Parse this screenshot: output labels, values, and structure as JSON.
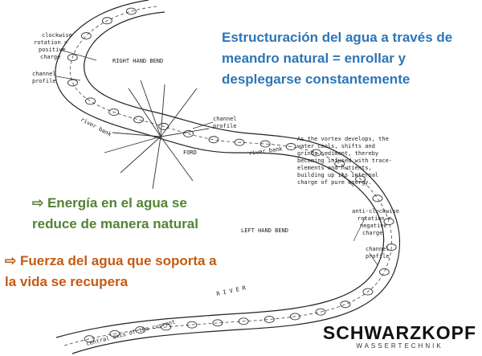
{
  "heading": "Estructuración del agua a través de meandro natural = enrollar y desplegarse constantemente",
  "callouts": {
    "energy": "⇨ Energía en el agua se reduce de manera natural",
    "force": "⇨ Fuerza del agua que soporta a la vida se recupera"
  },
  "labels": {
    "clockwise_line1": "clockwise",
    "clockwise_line2": "rotation =",
    "clockwise_line3": "positive",
    "clockwise_line4": "charge",
    "right_hand_bend": "RIGHT HAND BEND",
    "channel_profile_a_1": "channel",
    "channel_profile_a_2": "profile",
    "river_bank_a": "river bank",
    "channel_profile_b_1": "channel",
    "channel_profile_b_2": "profile",
    "ford": "FORD",
    "river_bank_b": "river bank",
    "vortex_1": "As the vortex develops, the",
    "vortex_2": "water cools, shifts and",
    "vortex_3": "grinds sediment, thereby",
    "vortex_4": "becoming infused with trace-",
    "vortex_5": "elements and nutients,",
    "vortex_6": "building up its internal",
    "vortex_7": "charge of pure energy.",
    "anti_1": "anti-clockwise",
    "anti_2": "rotation =",
    "anti_3": "negative",
    "anti_4": "charge",
    "left_hand_bend": "LEFT HAND BEND",
    "channel_profile_c_1": "channel",
    "channel_profile_c_2": "profile",
    "river": "RIVER",
    "central_axis": "central axis of the current"
  },
  "brand": {
    "name": "SCHWARZKOPF",
    "subtitle": "WASSERTECHNIK"
  },
  "colors": {
    "heading": "#2e75b6",
    "energy": "#548235",
    "force": "#c55a11"
  }
}
